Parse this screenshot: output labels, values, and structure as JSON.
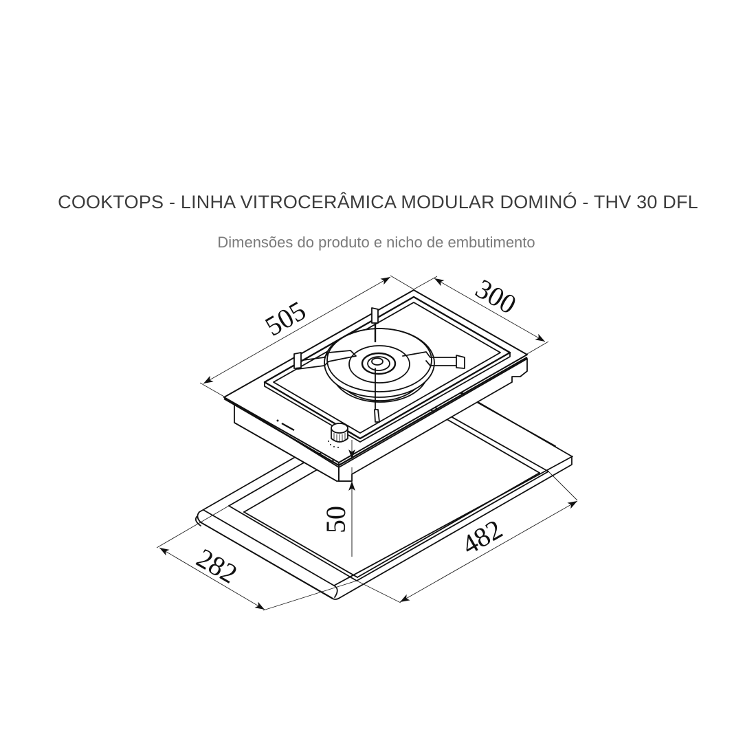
{
  "header": {
    "title": "COOKTOPS - LINHA VITROCERÂMICA MODULAR DOMINÓ - THV 30 DFL",
    "subtitle": "Dimensões do produto e nicho de embutimento"
  },
  "drawing": {
    "description": "Isometric line drawing of single-burner gas domino cooktop above its cut-out niche",
    "units": "mm",
    "dimensions": {
      "product_length": "505",
      "product_width": "300",
      "niche_length": "482",
      "niche_width": "282",
      "niche_depth": "50"
    },
    "colors": {
      "line": "#111111",
      "title_text": "#3c3c3c",
      "subtitle_text": "#7a7a7a",
      "background": "#ffffff"
    }
  }
}
